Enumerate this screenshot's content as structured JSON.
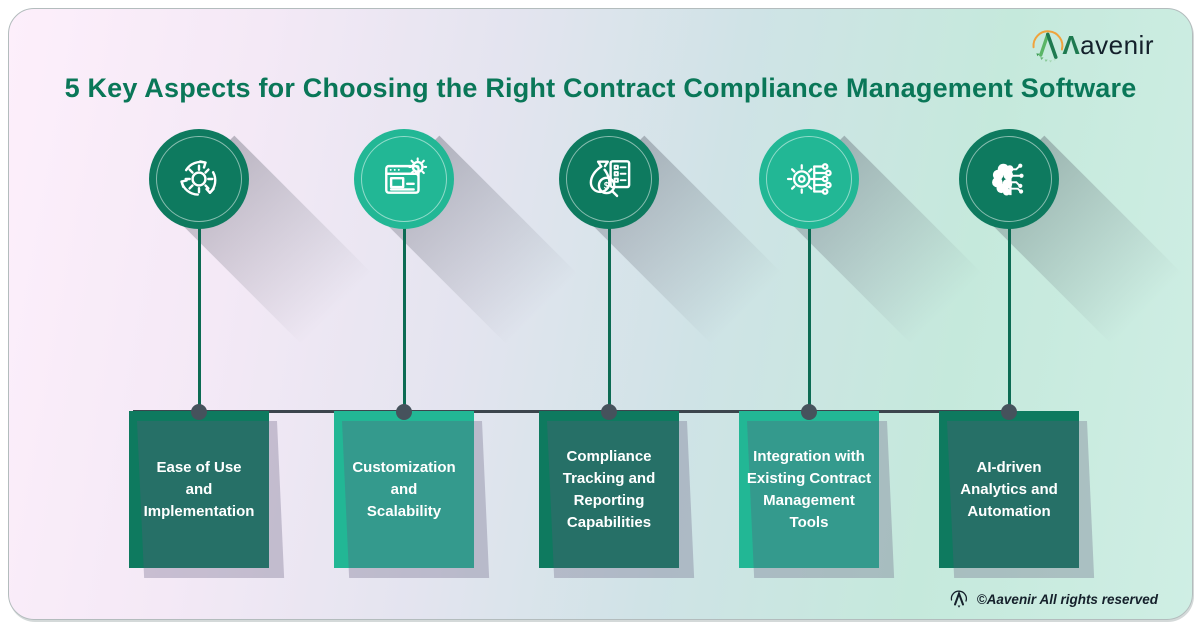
{
  "brand": {
    "logo_initial": "Λ",
    "logo_rest": "avenir"
  },
  "title": "5 Key Aspects for Choosing the Right Contract Compliance Management Software",
  "items": [
    {
      "label": "Ease of Use\nand\nImplementation",
      "icon": "gear-sync-icon",
      "tone": "dark"
    },
    {
      "label": "Customization\nand\nScalability",
      "icon": "browser-gear-icon",
      "tone": "light"
    },
    {
      "label": "Compliance\nTracking and\nReporting\nCapabilities",
      "icon": "audit-report-icon",
      "tone": "dark"
    },
    {
      "label": "Integration with\nExisting Contract\nManagement\nTools",
      "icon": "integration-icon",
      "tone": "light"
    },
    {
      "label": "AI-driven\nAnalytics and\nAutomation",
      "icon": "ai-brain-icon",
      "tone": "dark"
    }
  ],
  "footer": {
    "copyright": "©Aavenir All rights reserved"
  },
  "colors": {
    "dark_teal": "#0E7A5F",
    "light_teal": "#22B795",
    "title_green": "#0A7758",
    "dot_slate": "#46525C",
    "line_slate": "#3C454D",
    "connector_green": "#0C6B53",
    "logo_orange": "#F0A33C",
    "logo_green": "#2E9E5B",
    "logo_text_dark": "#14202B"
  }
}
